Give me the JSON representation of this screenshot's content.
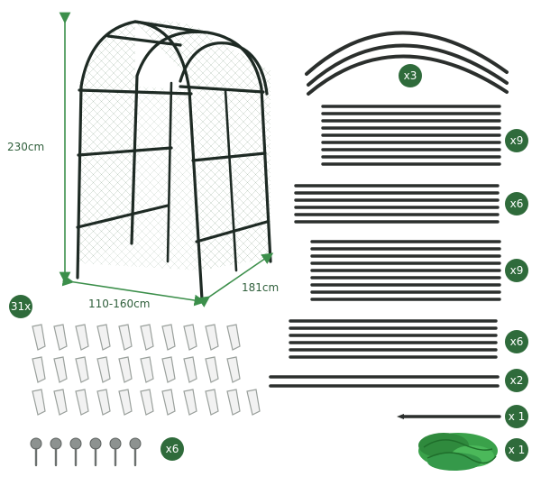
{
  "dimensions": {
    "height": "230cm",
    "width": "110-160cm",
    "depth": "181cm"
  },
  "counts": {
    "clips": "31x",
    "arches": "x3",
    "pole_group_1": "x9",
    "pole_group_2": "x6",
    "pole_group_3": "x9",
    "pole_group_4": "x6",
    "long_poles": "x2",
    "ground_stake": "x 1",
    "net": "x 1",
    "screws": "x6"
  },
  "colors": {
    "badge": "#2f6b3b",
    "dimension_text": "#2f5f3b",
    "frame": "#1e2a24",
    "pole": "#2b2f2d",
    "netting": "#3aa14a"
  }
}
